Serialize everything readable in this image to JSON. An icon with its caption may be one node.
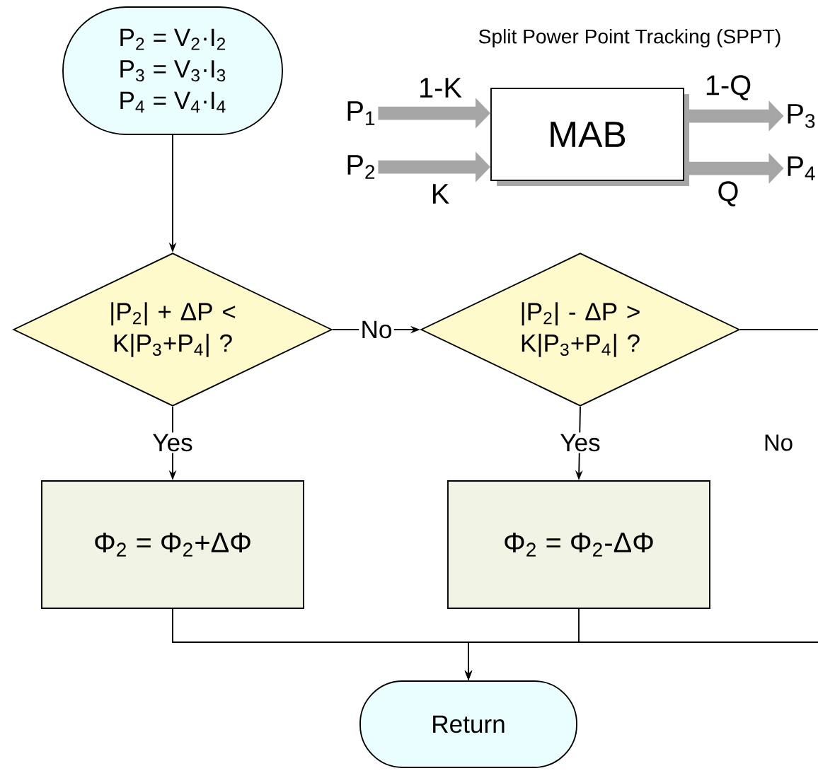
{
  "diagram": {
    "nodes": [
      {
        "text": [
          "P$_{2}$ = V$_{2}$·I$_{2}$",
          "P$_{3}$ = V$_{3}$·I$_{3}$",
          "P$_{4}$ = V$_{4}$·I$_{4}$"
        ]
      },
      {
        "text": [
          "|P$_{2}$| + ΔP < K|P$_{3}$+P$_{4}$| ?"
        ]
      },
      {
        "text": [
          "|P$_{2}$| - ΔP > K|P$_{3}$+P$_{4}$| ?"
        ]
      },
      {
        "text": [
          "Φ$_{2}$ = Φ$_{2}$+ΔΦ"
        ]
      },
      {
        "text": [
          "Φ$_{2}$ = Φ$_{2}$-ΔΦ"
        ]
      },
      {
        "text": [
          "Return"
        ]
      },
      {
        "text": [
          "MAB"
        ]
      },
      {
        "text": [
          "P$_{1}$"
        ]
      },
      {
        "text": [
          "P$_{2}$"
        ]
      },
      {
        "text": [
          "P$_{3}$"
        ]
      },
      {
        "text": [
          "P$_{4}$"
        ]
      }
    ],
    "edges": [
      {
        "from": 0,
        "to": 1,
        "arrow": "to"
      },
      {
        "from": 1,
        "to": 2,
        "arrow": "to",
        "label": "No"
      },
      {
        "from": 1,
        "to": 3,
        "arrow": "to",
        "label": "Yes"
      },
      {
        "from": 2,
        "to": 4,
        "arrow": "to",
        "label": "Yes"
      },
      {
        "from": 3,
        "to": 5,
        "arrow": "to"
      },
      {
        "from": 4,
        "to": 5,
        "arrow": "to"
      },
      {
        "from": 2,
        "to": 5,
        "arrow": "to",
        "label": "No"
      },
      {
        "from": 7,
        "to": 6,
        "arrow": "to",
        "label": "1-K",
        "style": "thick",
        "color": "#a6a6a6"
      },
      {
        "from": 8,
        "to": 6,
        "arrow": "to",
        "label": "K",
        "style": "thick",
        "color": "#a6a6a6"
      },
      {
        "from": 6,
        "to": 9,
        "arrow": "to",
        "label": "1-Q",
        "style": "thick",
        "color": "#a6a6a6"
      },
      {
        "from": 6,
        "to": 10,
        "arrow": "to",
        "label": "Q",
        "style": "thick",
        "color": "#a6a6a6"
      }
    ],
    "labels": [
      "Split Power Point Tracking (SPPT)"
    ]
  }
}
